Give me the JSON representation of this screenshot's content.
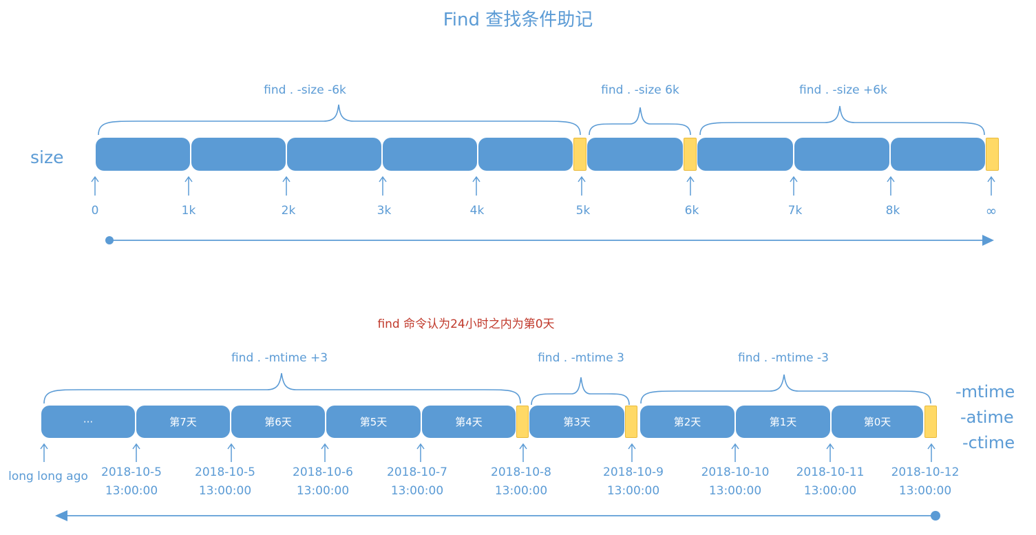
{
  "title": "Find 查找条件助记",
  "colors": {
    "segment": "#5b9bd5",
    "gap": "#ffd966",
    "note": "#c0392b"
  },
  "size_row": {
    "label": "size",
    "brackets": [
      {
        "label": "find . -size -6k"
      },
      {
        "label": "find . -size 6k"
      },
      {
        "label": "find . -size +6k"
      }
    ],
    "ticks": [
      "0",
      "1k",
      "2k",
      "3k",
      "4k",
      "5k",
      "6k",
      "7k",
      "8k",
      "∞"
    ]
  },
  "time_row": {
    "note": "find 命令认为24小时之内为第0天",
    "brackets": [
      {
        "label": "find . -mtime +3"
      },
      {
        "label": "find . -mtime 3"
      },
      {
        "label": "find . -mtime -3"
      }
    ],
    "segments": [
      "···",
      "第7天",
      "第6天",
      "第5天",
      "第4天",
      "第3天",
      "第2天",
      "第1天",
      "第0天"
    ],
    "time_labels": [
      "-mtime",
      "-atime",
      "-ctime"
    ],
    "first_tick": "long long ago",
    "dates": [
      {
        "date": "2018-10-5",
        "time": "13:00:00"
      },
      {
        "date": "2018-10-5",
        "time": "13:00:00"
      },
      {
        "date": "2018-10-6",
        "time": "13:00:00"
      },
      {
        "date": "2018-10-7",
        "time": "13:00:00"
      },
      {
        "date": "2018-10-8",
        "time": "13:00:00"
      },
      {
        "date": "2018-10-9",
        "time": "13:00:00"
      },
      {
        "date": "2018-10-10",
        "time": "13:00:00"
      },
      {
        "date": "2018-10-11",
        "time": "13:00:00"
      },
      {
        "date": "2018-10-12",
        "time": "13:00:00"
      }
    ]
  }
}
